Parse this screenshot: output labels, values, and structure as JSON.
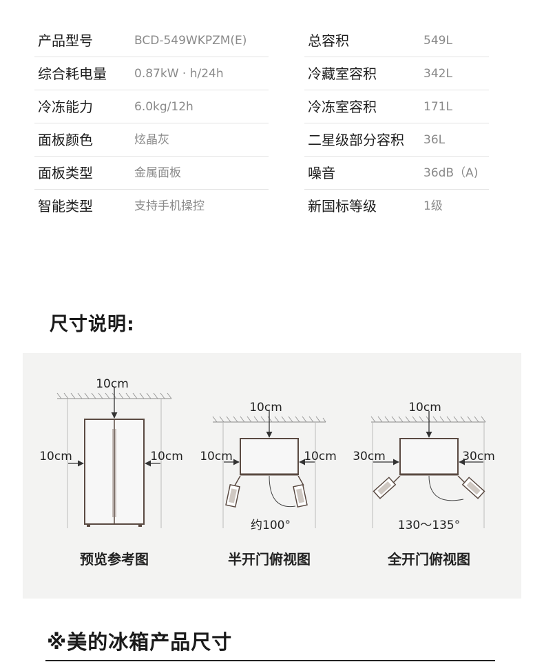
{
  "specs": {
    "rows": [
      {
        "k1": "产品型号",
        "v1": "BCD-549WKPZM(E)",
        "k2": "总容积",
        "v2": "549L"
      },
      {
        "k1": "综合耗电量",
        "v1": "0.87kW · h/24h",
        "k2": "冷藏室容积",
        "v2": "342L"
      },
      {
        "k1": "冷冻能力",
        "v1": "6.0kg/12h",
        "k2": "冷冻室容积",
        "v2": "171L"
      },
      {
        "k1": "面板颜色",
        "v1": "炫晶灰",
        "k2": "二星级部分容积",
        "v2": "36L"
      },
      {
        "k1": "面板类型",
        "v1": "金属面板",
        "k2": "噪音",
        "v2": "36dB（A)"
      },
      {
        "k1": "智能类型",
        "v1": "支持手机操控",
        "k2": "新国标等级",
        "v2": "1级"
      }
    ]
  },
  "dimensions": {
    "title": "尺寸说明:",
    "preview": {
      "top": "10cm",
      "left": "10cm",
      "right": "10cm",
      "caption": "预览参考图"
    },
    "half_open": {
      "top": "10cm",
      "left": "10cm",
      "right": "10cm",
      "angle": "约100°",
      "caption": "半开门俯视图"
    },
    "full_open": {
      "top": "10cm",
      "left": "30cm",
      "right": "30cm",
      "angle": "130～135°",
      "caption": "全开门俯视图"
    }
  },
  "product": {
    "title": "※美的冰箱产品尺寸"
  }
}
